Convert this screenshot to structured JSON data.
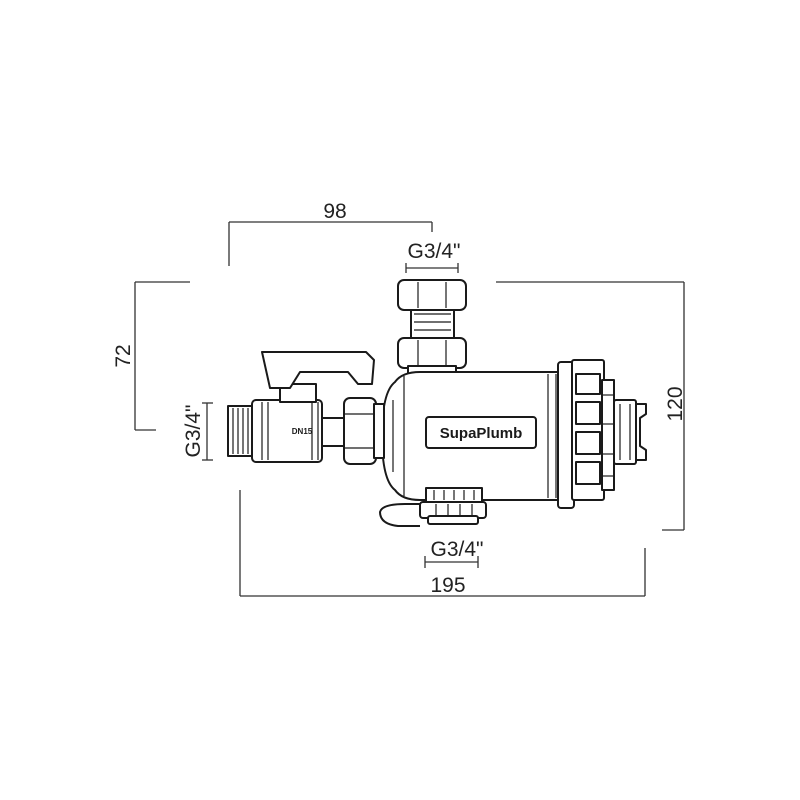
{
  "dimensions": {
    "top_length": "98",
    "overall_length": "195",
    "left_height": "72",
    "right_height": "120",
    "top_thread": "G3/4\"",
    "left_thread": "G3/4\"",
    "bottom_thread": "G3/4\""
  },
  "brand": "SupaPlumb",
  "valve_marking": "DN15"
}
